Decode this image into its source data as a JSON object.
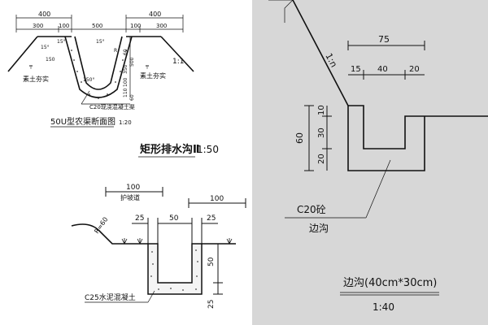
{
  "u_channel": {
    "title": "50U型农渠断面图",
    "scale": "1:20",
    "dims": {
      "top_left": "400",
      "top_right": "400",
      "d300_l": "300",
      "d100_l": "100",
      "d500": "500",
      "d100_r": "100",
      "d300_r": "300",
      "angle_15_l": "15°",
      "angle_15_r": "15°",
      "d15_l": "15°",
      "radius_r": "R",
      "rise_150": "150",
      "slope_label": "1:1",
      "bottom_angle": "150°",
      "side_60_l": "60",
      "side_350": "350",
      "side_500": "500",
      "side_100": "100",
      "side_110": "110",
      "side_60_r": "60"
    },
    "soil_left": "素土夯实",
    "soil_right": "素土夯实",
    "material": "C20现浇混凝土渠"
  },
  "rect_drain": {
    "title": "矩形排水沟Ⅱ",
    "scale": "1:50",
    "dims": {
      "d100_top": "100",
      "slope_note": "护坡道",
      "d100_right": "100",
      "radius": "R=60",
      "d25_l": "25",
      "d50": "50",
      "d25_r": "25",
      "d50_v": "50",
      "d25_v": "25"
    },
    "material": "C25水泥混凝土"
  },
  "side_ditch": {
    "dims": {
      "d75": "75",
      "d15": "15",
      "d40": "40",
      "d20": "20",
      "d60": "60",
      "d10": "10",
      "d30": "30",
      "d20_v": "20",
      "slope": "1:n"
    },
    "material_l1": "C20砼",
    "material_l2": "边沟",
    "title": "边沟(40cm*30cm)",
    "scale": "1:40"
  }
}
